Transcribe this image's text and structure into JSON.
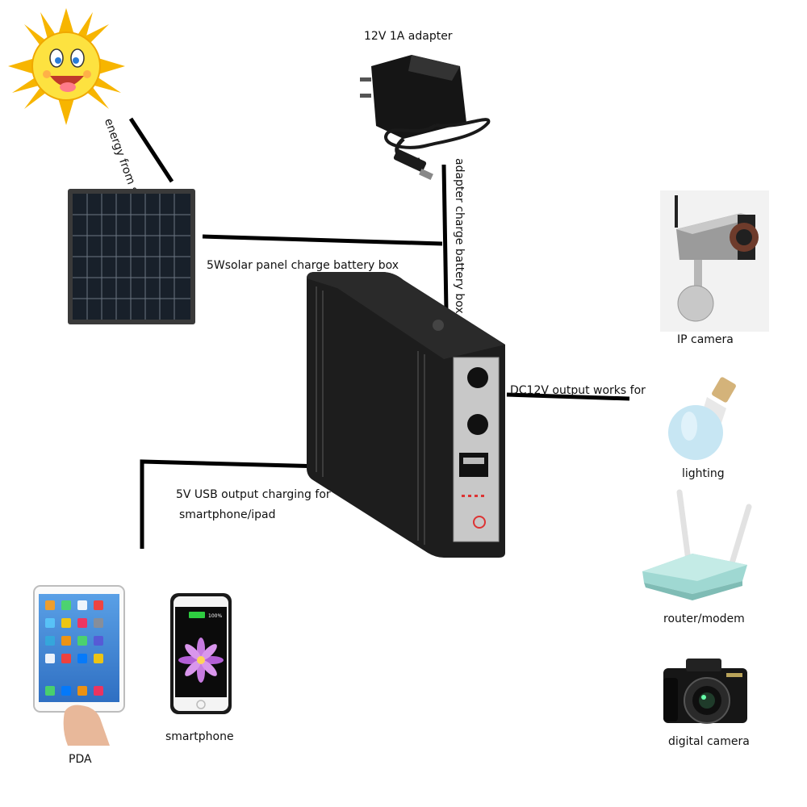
{
  "labels": {
    "adapter": "12V 1A adapter",
    "energy_from_sun": "energy from sun",
    "adapter_charge": "adapter charge battery box",
    "solar_charge": "5Wsolar panel charge battery box",
    "dc_output": "DC12V output works for",
    "usb_output_line1": "5V USB output charging for",
    "usb_output_line2": "smartphone/ipad",
    "ip_camera": "IP camera",
    "lighting": "lighting",
    "router": "router/modem",
    "digital_camera": "digital camera",
    "pda": "PDA",
    "smartphone": "smartphone"
  },
  "battery_box": {
    "color": "#1d1d1d",
    "panel_color": "#c8c8c8"
  },
  "router_brand": "",
  "phone_battery_text": "100%"
}
